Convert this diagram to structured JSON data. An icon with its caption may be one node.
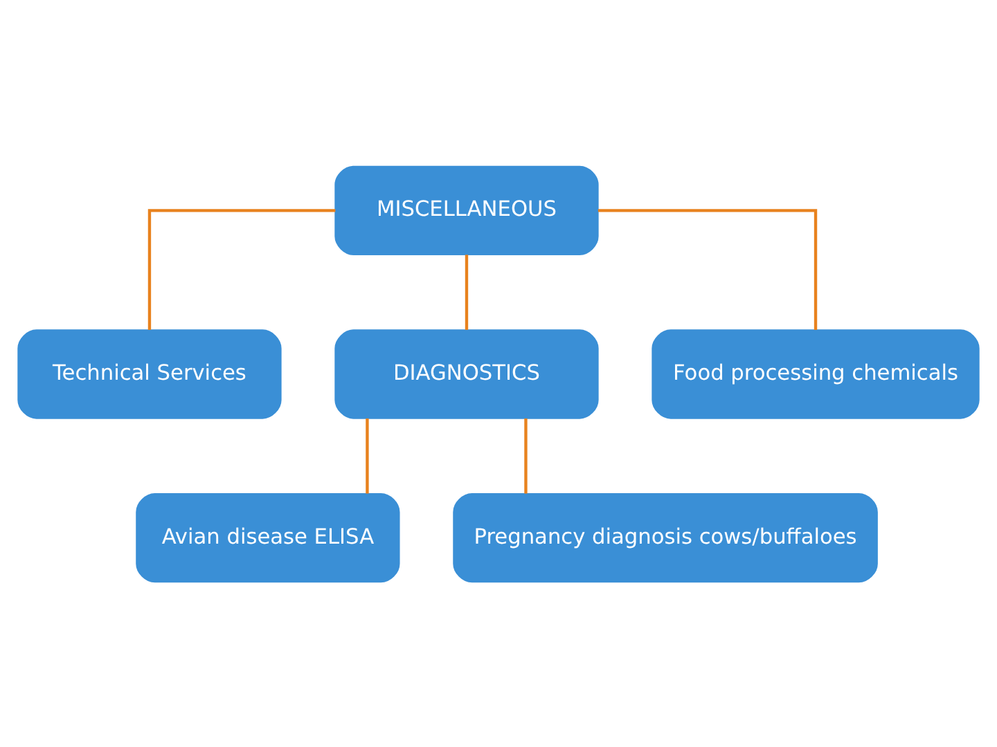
{
  "diagram": {
    "nodes": [
      {
        "text": [
          "MISCELLANEOUS"
        ]
      },
      {
        "text": [
          "Technical Services"
        ]
      },
      {
        "text": [
          "DIAGNOSTICS"
        ]
      },
      {
        "text": [
          "Food processing chemicals"
        ]
      },
      {
        "text": [
          "Avian disease ELISA"
        ]
      },
      {
        "text": [
          "Pregnancy diagnosis cows/buffaloes"
        ]
      }
    ],
    "edges": [
      {
        "from": 0,
        "to": 1,
        "arrow": "none"
      },
      {
        "from": 0,
        "to": 2,
        "arrow": "none"
      },
      {
        "from": 0,
        "to": 3,
        "arrow": "none"
      },
      {
        "from": 2,
        "to": 4,
        "arrow": "none"
      },
      {
        "from": 2,
        "to": 5,
        "arrow": "none"
      }
    ]
  }
}
